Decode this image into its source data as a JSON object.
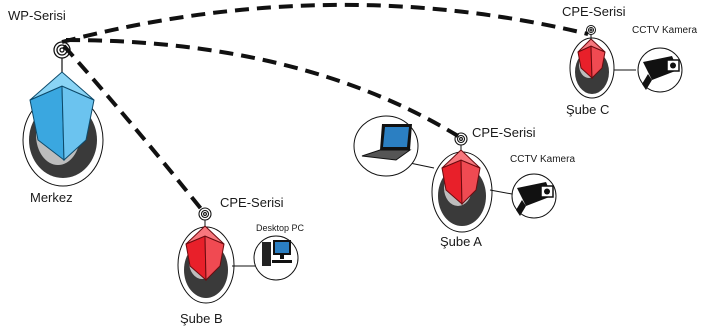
{
  "nodes": {
    "wp": {
      "label": "WP-Serisi",
      "site": "Merkez"
    },
    "branch_b": {
      "radio_label": "CPE-Serisi",
      "site": "Şube B",
      "device_label": "Desktop PC"
    },
    "branch_a": {
      "radio_label": "CPE-Serisi",
      "site": "Şube A",
      "device_label": "CCTV Kamera"
    },
    "branch_c": {
      "radio_label": "CPE-Serisi",
      "site": "Şube C",
      "device_label": "CCTV Kamera"
    }
  },
  "colors": {
    "hub": "#3aa7e0",
    "cpe": "#e8202a",
    "link": "#111111",
    "base_dark": "#3a3a3a",
    "base_light": "#bdbdbd"
  },
  "icons": [
    "antenna-icon",
    "laptop-icon",
    "desktop-pc-icon",
    "cctv-camera-icon"
  ]
}
